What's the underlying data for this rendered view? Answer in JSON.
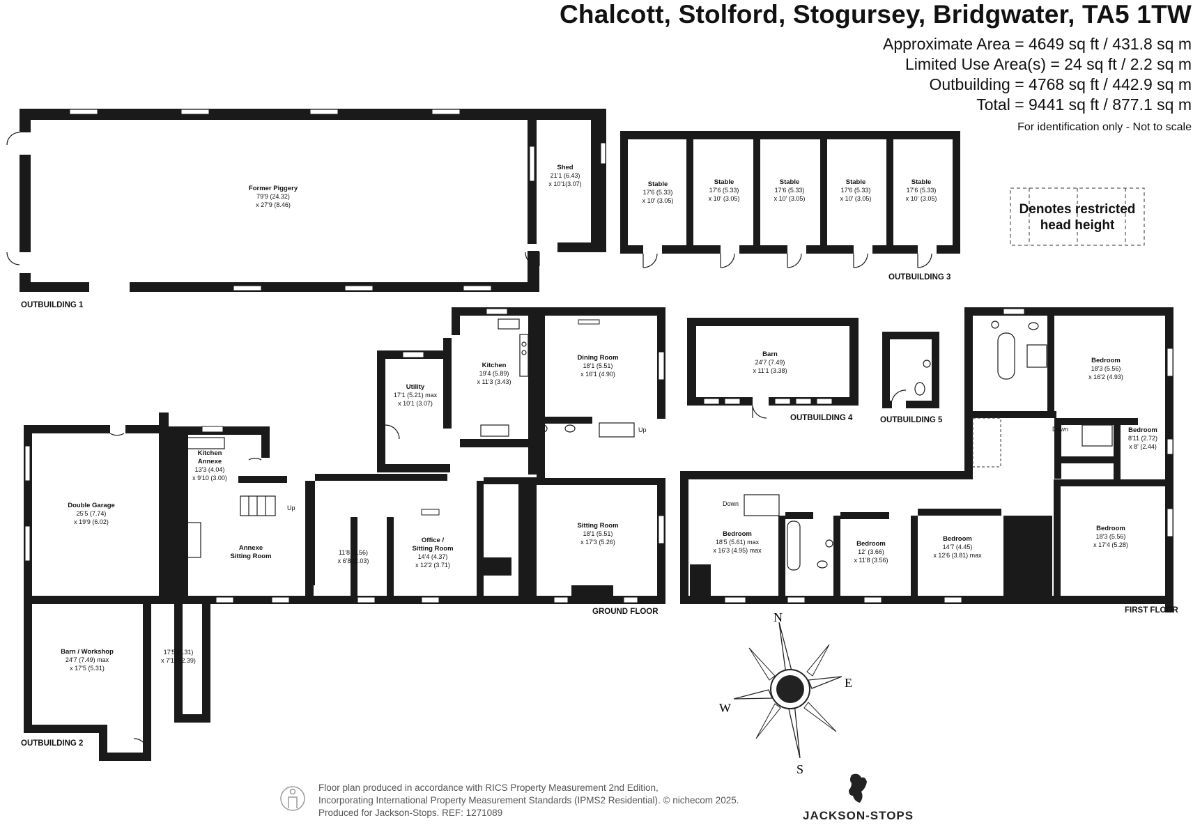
{
  "header": {
    "address": "Chalcott, Stolford, Stogursey, Bridgwater, TA5 1TW",
    "areas": [
      "Approximate Area = 4649 sq ft / 431.8 sq m",
      "Limited Use Area(s) = 24 sq ft / 2.2 sq m",
      "Outbuilding = 4768 sq ft / 442.9 sq m",
      "Total = 9441 sq ft / 877.1 sq m"
    ],
    "disclaimer": "For identification only - Not to scale"
  },
  "legend": {
    "line1": "Denotes restricted",
    "line2": "head height"
  },
  "sections": {
    "outbuilding1": "OUTBUILDING 1",
    "outbuilding2": "OUTBUILDING 2",
    "outbuilding3": "OUTBUILDING 3",
    "outbuilding4": "OUTBUILDING 4",
    "outbuilding5": "OUTBUILDING 5",
    "ground_floor": "GROUND FLOOR",
    "first_floor": "FIRST FLOOR"
  },
  "rooms": {
    "piggery": {
      "name": "Former Piggery",
      "d1": "79'9 (24.32)",
      "d2": "x 27'9 (8.46)"
    },
    "shed": {
      "name": "Shed",
      "d1": "21'1 (6.43)",
      "d2": "x 10'1(3.07)"
    },
    "stable1": {
      "name": "Stable",
      "d1": "17'6 (5.33)",
      "d2": "x 10' (3.05)"
    },
    "stable2": {
      "name": "Stable",
      "d1": "17'6 (5.33)",
      "d2": "x 10' (3.05)"
    },
    "stable3": {
      "name": "Stable",
      "d1": "17'6 (5.33)",
      "d2": "x 10' (3.05)"
    },
    "stable4": {
      "name": "Stable",
      "d1": "17'6 (5.33)",
      "d2": "x 10' (3.05)"
    },
    "stable5": {
      "name": "Stable",
      "d1": "17'6 (5.33)",
      "d2": "x 10' (3.05)"
    },
    "barn": {
      "name": "Barn",
      "d1": "24'7 (7.49)",
      "d2": "x 11'1 (3.38)"
    },
    "kitchen": {
      "name": "Kitchen",
      "d1": "19'4 (5.89)",
      "d2": "x 11'3 (3.43)"
    },
    "dining": {
      "name": "Dining Room",
      "d1": "18'1 (5.51)",
      "d2": "x 16'1 (4.90)"
    },
    "utility": {
      "name": "Utility",
      "d1": "17'1 (5.21) max",
      "d2": "x 10'1 (3.07)"
    },
    "kitchen_annexe": {
      "name1": "Kitchen",
      "name2": "Annexe",
      "d1": "13'3 (4.04)",
      "d2": "x 9'10 (3.00)"
    },
    "garage": {
      "name": "Double Garage",
      "d1": "25'5 (7.74)",
      "d2": "x 19'9 (6.02)"
    },
    "annexe_sitting": {
      "name1": "Annexe",
      "name2": "Sitting Room"
    },
    "small_room": {
      "d1": "11'8 (3.56)",
      "d2": "x 6'8 (2.03)"
    },
    "office": {
      "name1": "Office /",
      "name2": "Sitting Room",
      "d1": "14'4 (4.37)",
      "d2": "x 12'2 (3.71)"
    },
    "sitting": {
      "name": "Sitting Room",
      "d1": "18'1 (5.51)",
      "d2": "x 17'3 (5.26)"
    },
    "barn_workshop": {
      "name": "Barn / Workshop",
      "d1": "24'7 (7.49) max",
      "d2": "x 17'5 (5.31)"
    },
    "store": {
      "d1": "17'5 (5.31)",
      "d2": "x 7'10 (2.39)"
    },
    "ff_bed1": {
      "name": "Bedroom",
      "d1": "18'5 (5.61) max",
      "d2": "x 16'3 (4.95) max"
    },
    "ff_bed2": {
      "name": "Bedroom",
      "d1": "12' (3.66)",
      "d2": "x 11'8 (3.56)"
    },
    "ff_bed3": {
      "name": "Bedroom",
      "d1": "14'7 (4.45)",
      "d2": "x 12'6 (3.81) max"
    },
    "ff_bed4": {
      "name": "Bedroom",
      "d1": "18'3 (5.56)",
      "d2": "x 17'4 (5.28)"
    },
    "ff_bed5": {
      "name": "Bedroom",
      "d1": "18'3 (5.56)",
      "d2": "x 16'2 (4.93)"
    },
    "ff_bed6": {
      "name": "Bedroom",
      "d1": "8'11 (2.72)",
      "d2": "x 8' (2.44)"
    }
  },
  "stairs": {
    "up1": "Up",
    "up2": "Up",
    "down1": "Down",
    "down2": "Down"
  },
  "compass": {
    "n": "N",
    "e": "E",
    "s": "S",
    "w": "W"
  },
  "footer": {
    "line1": "Floor plan produced in accordance with RICS Property Measurement 2nd Edition,",
    "line2": "Incorporating International Property Measurement Standards (IPMS2 Residential).  © nichecom 2025.",
    "line3": "Produced for Jackson-Stops.   REF:  1271089"
  },
  "brand": "JACKSON-STOPS"
}
